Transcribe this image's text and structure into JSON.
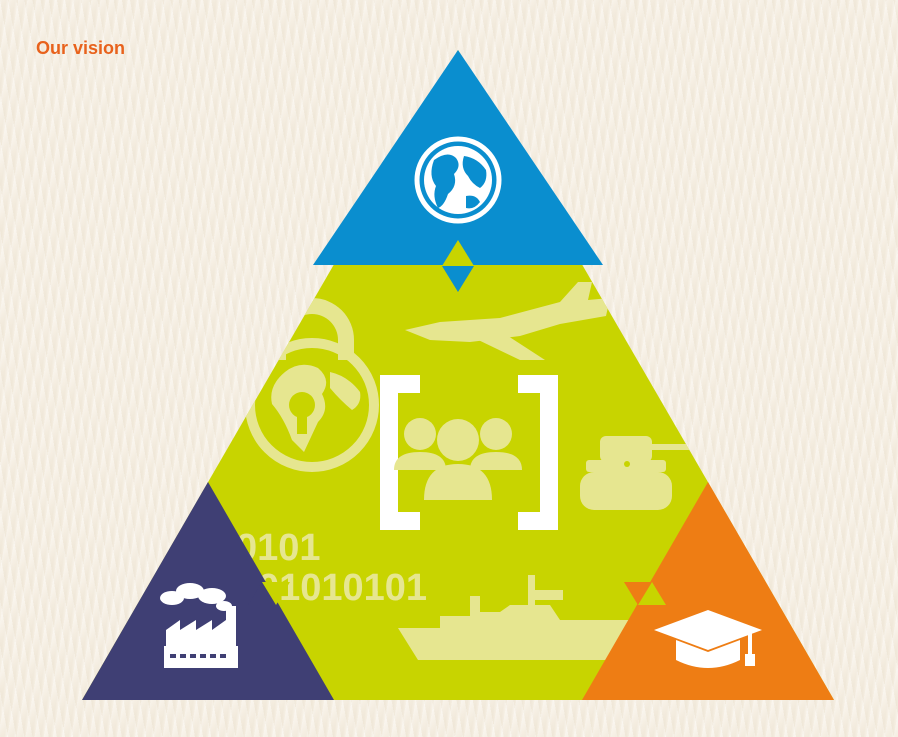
{
  "page": {
    "title": "Our vision"
  },
  "colors": {
    "title": "#e8621c",
    "top_triangle": "#0a8ecf",
    "center_band": "#c8d400",
    "bottom_left_triangle": "#3f3f74",
    "bottom_right_triangle": "#ee7d14",
    "watermark": "#e6e690",
    "icon": "#ffffff"
  },
  "diagram": {
    "icons": {
      "top": "globe-icon",
      "bottom_left": "factory-icon",
      "bottom_right": "graduation-cap-icon",
      "center": "people-group-icon",
      "center_brackets": "brackets-icon"
    },
    "watermark_icons": [
      "padlock-globe-icon",
      "fighter-jet-icon",
      "tank-icon",
      "warship-icon"
    ],
    "binary_lines": [
      "0101",
      "01010101"
    ]
  }
}
